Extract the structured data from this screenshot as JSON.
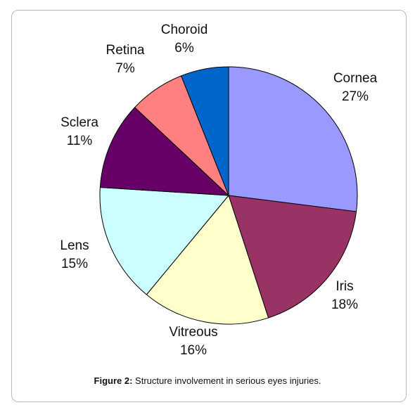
{
  "chart_data": {
    "type": "pie",
    "start_angle_deg": 0,
    "direction": "clockwise",
    "slices": [
      {
        "label": "Cornea",
        "value": 27,
        "value_label": "27%",
        "color": "#9999ff"
      },
      {
        "label": "Iris",
        "value": 18,
        "value_label": "18%",
        "color": "#993366"
      },
      {
        "label": "Vitreous",
        "value": 16,
        "value_label": "16%",
        "color": "#ffffcc"
      },
      {
        "label": "Lens",
        "value": 15,
        "value_label": "15%",
        "color": "#ccffff"
      },
      {
        "label": "Sclera",
        "value": 11,
        "value_label": "11%",
        "color": "#660066"
      },
      {
        "label": "Retina",
        "value": 7,
        "value_label": "7%",
        "color": "#ff8080"
      },
      {
        "label": "Choroid",
        "value": 6,
        "value_label": "6%",
        "color": "#0066cc"
      }
    ],
    "legend": "none"
  },
  "caption": {
    "label": "Figure 2:",
    "text": " Structure involvement in serious eyes injuries."
  }
}
